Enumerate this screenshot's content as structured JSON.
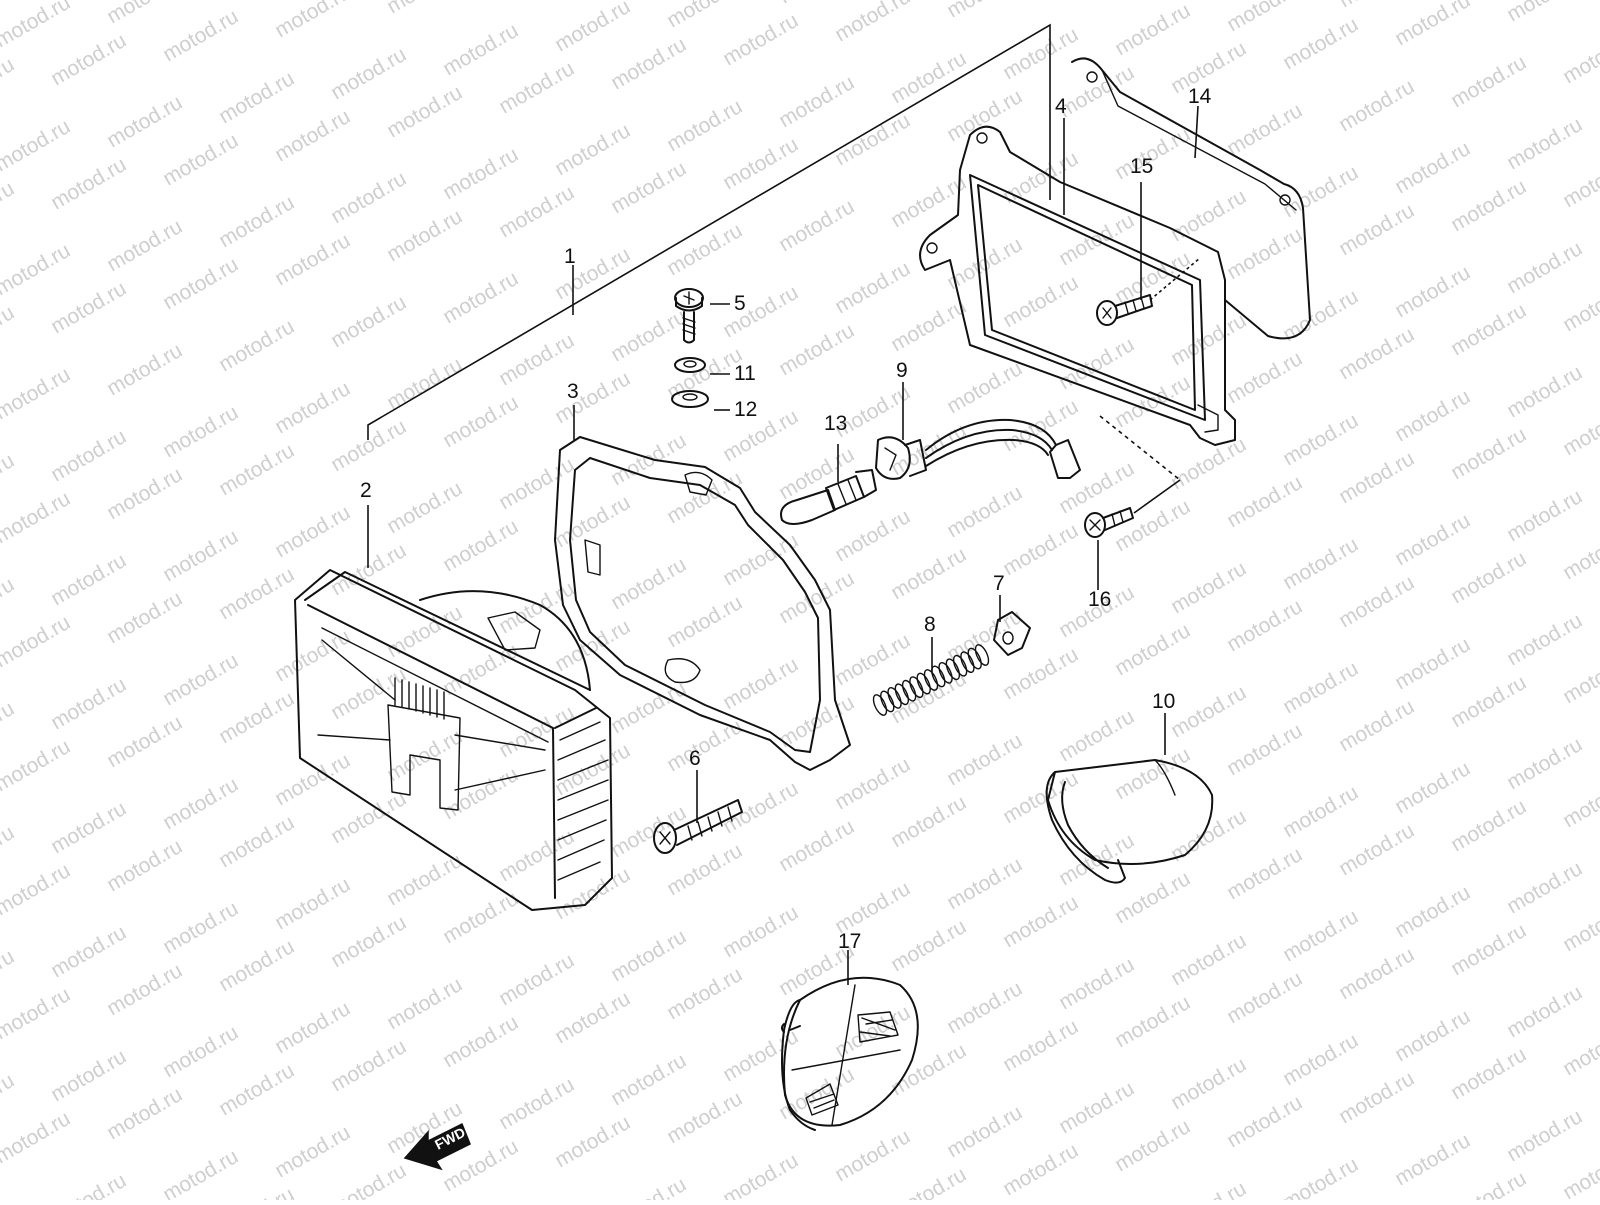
{
  "watermark": "motod.ru",
  "fwd_label": "FWD",
  "callouts": [
    {
      "id": "1",
      "label": "1"
    },
    {
      "id": "2",
      "label": "2"
    },
    {
      "id": "3",
      "label": "3"
    },
    {
      "id": "4",
      "label": "4"
    },
    {
      "id": "5",
      "label": "5"
    },
    {
      "id": "6",
      "label": "6"
    },
    {
      "id": "7",
      "label": "7"
    },
    {
      "id": "8",
      "label": "8"
    },
    {
      "id": "9",
      "label": "9"
    },
    {
      "id": "10",
      "label": "10"
    },
    {
      "id": "11",
      "label": "11"
    },
    {
      "id": "12",
      "label": "12"
    },
    {
      "id": "13",
      "label": "13"
    },
    {
      "id": "14",
      "label": "14"
    },
    {
      "id": "15",
      "label": "15"
    },
    {
      "id": "16",
      "label": "16"
    },
    {
      "id": "17",
      "label": "17"
    }
  ]
}
